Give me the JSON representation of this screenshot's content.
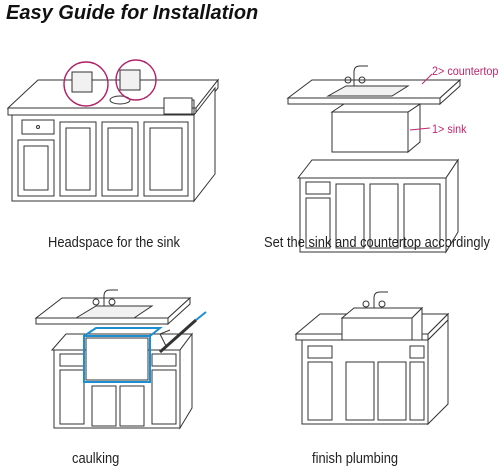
{
  "page": {
    "title": "Easy Guide for Installation"
  },
  "steps": [
    {
      "caption": "Headspace for the sink"
    },
    {
      "caption": "Set the sink and countertop accordingly",
      "callouts": [
        "2> countertop",
        "1> sink"
      ]
    },
    {
      "caption": "caulking"
    },
    {
      "caption": "finish plumbing"
    }
  ],
  "colors": {
    "callout": "#c0266e",
    "caulk": "#1b8fd0",
    "arrow": "#d42a7d"
  }
}
